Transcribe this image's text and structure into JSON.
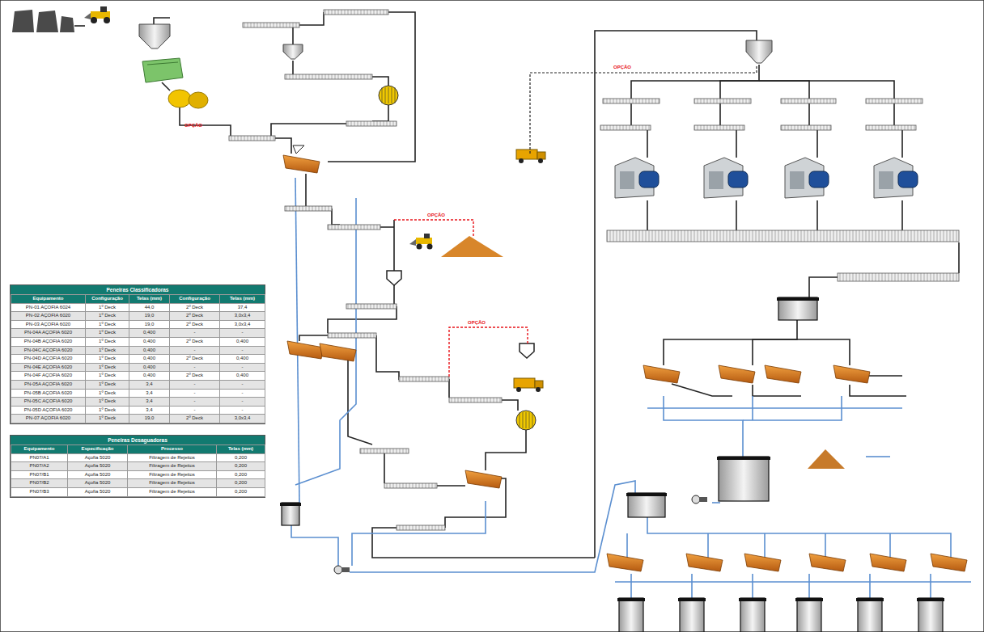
{
  "diagram": {
    "nodes": [
      {
        "text": [
          "Peneiras Classificadoras"
        ]
      },
      {
        "text": [
          "Peneiras Desaguadoras"
        ]
      }
    ],
    "labels": [
      "OPÇÃO",
      "OPÇÃO",
      "OPÇÃO",
      "OPÇÃO",
      "Equipamento",
      "Configuração",
      "Telas (mm)",
      "Configuração",
      "Telas (mm)",
      "PN-01 AÇOFIA 6024",
      "1º Deck",
      "44,0",
      "2º Deck",
      "37,4",
      "PN-02 AÇOFIA 6020",
      "1º Deck",
      "19,0",
      "2º Deck",
      "3,0x3,4",
      "PN-03 AÇOFIA 6020",
      "1º Deck",
      "19,0",
      "2º Deck",
      "3,0x3,4",
      "PN-04A AÇOFIA 6020",
      "1º Deck",
      "0,400",
      "-",
      "-",
      "PN-04B AÇOFIA 6020",
      "1º Deck",
      "0,400",
      "2º Deck",
      "0,400",
      "PN-04C AÇOFIA 6020",
      "1º Deck",
      "0,400",
      "-",
      "-",
      "PN-04D AÇOFIA 6020",
      "1º Deck",
      "0,400",
      "2º Deck",
      "0,400",
      "PN-04E AÇOFIA 6020",
      "1º Deck",
      "0,400",
      "-",
      "-",
      "PN-04F AÇOFIA 6020",
      "1º Deck",
      "0,400",
      "2º Deck",
      "0,400",
      "PN-05A AÇOFIA 6020",
      "1º Deck",
      "3,4",
      "-",
      "-",
      "PN-05B AÇOFIA 6020",
      "1º Deck",
      "3,4",
      "-",
      "-",
      "PN-05C AÇOFIA 6020",
      "1º Deck",
      "3,4",
      "-",
      "-",
      "PN-05D AÇOFIA 6020",
      "1º Deck",
      "3,4",
      "-",
      "-",
      "PN-07 AÇOFIA 6020",
      "1º Deck",
      "19,0",
      "2º Deck",
      "3,0x3,4",
      "Equipamento",
      "Especificação",
      "Processo",
      "Telas (mm)",
      "PN07/A1",
      "Açofia 5020",
      "Filtragem de Rejeitos",
      "0,200",
      "PN07/A2",
      "Açofia 5020",
      "Filtragem de Rejeitos",
      "0,200",
      "PN07/B1",
      "Açofia 5020",
      "Filtragem de Rejeitos",
      "0,200",
      "PN07/B2",
      "Açofia 5020",
      "Filtragem de Rejeitos",
      "0,200",
      "PN07/B3",
      "Açofia 5020",
      "Filtragem de Rejeitos",
      "0,200"
    ]
  }
}
